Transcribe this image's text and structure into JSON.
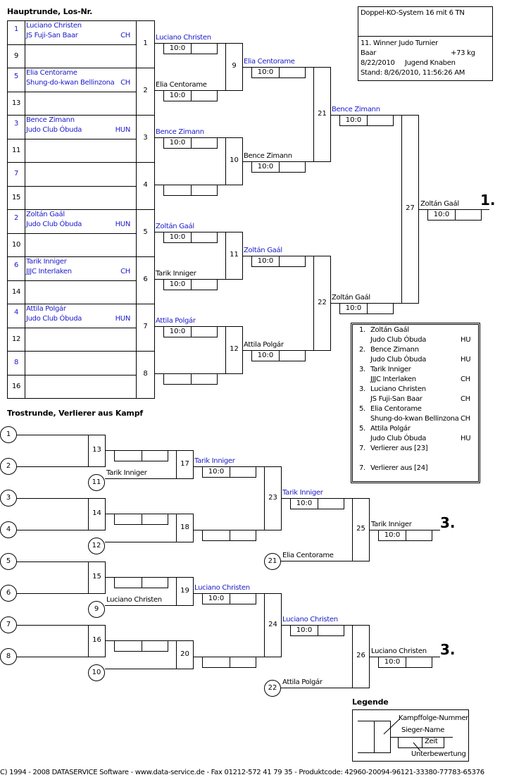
{
  "header": {
    "main_round_title": "Hauptrunde, Los-Nr.",
    "consolation_title": "Trostrunde, Verlierer aus Kampf",
    "legend_title": "Legende"
  },
  "info_box": {
    "system": "Doppel-KO-System 16 mit 6 TN",
    "tournament": "11. Winner Judo Turnier",
    "location": "Baar",
    "weight": "+73 kg",
    "date": "8/22/2010",
    "category": "Jugend Knaben",
    "stand": "Stand: 8/26/2010, 11:56:26 AM"
  },
  "entrants": [
    {
      "lot": "1",
      "name": "Luciano Christen",
      "club": "JS Fuji-San Baar",
      "nation": "CH",
      "blue": true
    },
    {
      "lot": "9",
      "name": "",
      "club": "",
      "nation": "",
      "blue": false
    },
    {
      "lot": "5",
      "name": "Elia Centorame",
      "club": "Shung-do-kwan Bellinzona",
      "nation": "CH",
      "blue": true
    },
    {
      "lot": "13",
      "name": "",
      "club": "",
      "nation": "",
      "blue": false
    },
    {
      "lot": "3",
      "name": "Bence Zimann",
      "club": "Judo Club Óbuda",
      "nation": "HUN",
      "blue": true
    },
    {
      "lot": "11",
      "name": "",
      "club": "",
      "nation": "",
      "blue": false
    },
    {
      "lot": "7",
      "name": "",
      "club": "",
      "nation": "",
      "blue": true
    },
    {
      "lot": "15",
      "name": "",
      "club": "",
      "nation": "",
      "blue": false
    },
    {
      "lot": "2",
      "name": "Zoltán Gaál",
      "club": "Judo Club Óbuda",
      "nation": "HUN",
      "blue": true
    },
    {
      "lot": "10",
      "name": "",
      "club": "",
      "nation": "",
      "blue": false
    },
    {
      "lot": "6",
      "name": "Tarik Inniger",
      "club": "JJJC Interlaken",
      "nation": "CH",
      "blue": true
    },
    {
      "lot": "14",
      "name": "",
      "club": "",
      "nation": "",
      "blue": false
    },
    {
      "lot": "4",
      "name": "Attila Polgár",
      "club": "Judo Club Óbuda",
      "nation": "HUN",
      "blue": true
    },
    {
      "lot": "12",
      "name": "",
      "club": "",
      "nation": "",
      "blue": false
    },
    {
      "lot": "8",
      "name": "",
      "club": "",
      "nation": "",
      "blue": true
    },
    {
      "lot": "16",
      "name": "",
      "club": "",
      "nation": "",
      "blue": false
    }
  ],
  "main_fights": {
    "r1": [
      {
        "num": "1",
        "winner": "Luciano Christen",
        "score": "10:0",
        "blue": true
      },
      {
        "num": "2",
        "winner": "Elia Centorame",
        "score": "10:0",
        "blue": false
      },
      {
        "num": "3",
        "winner": "Bence Zimann",
        "score": "10:0",
        "blue": true
      },
      {
        "num": "4",
        "winner": "",
        "score": "",
        "blue": false
      },
      {
        "num": "5",
        "winner": "Zoltán Gaál",
        "score": "10:0",
        "blue": true
      },
      {
        "num": "6",
        "winner": "Tarik Inniger",
        "score": "10:0",
        "blue": false
      },
      {
        "num": "7",
        "winner": "Attila Polgár",
        "score": "10:0",
        "blue": true
      },
      {
        "num": "8",
        "winner": "",
        "score": "",
        "blue": false
      }
    ],
    "r2": [
      {
        "num": "9",
        "winner": "Elia Centorame",
        "score": "10:0",
        "blue": true
      },
      {
        "num": "10",
        "winner": "Bence Zimann",
        "score": "10:0",
        "blue": false
      },
      {
        "num": "11",
        "winner": "Zoltán Gaál",
        "score": "10:0",
        "blue": true
      },
      {
        "num": "12",
        "winner": "Attila Polgár",
        "score": "10:0",
        "blue": false
      }
    ],
    "r3": [
      {
        "num": "21",
        "winner": "Bence Zimann",
        "score": "10:0",
        "blue": true
      },
      {
        "num": "22",
        "winner": "Zoltán Gaál",
        "score": "10:0",
        "blue": false
      }
    ],
    "final": {
      "num": "27",
      "winner": "Zoltán Gaál",
      "score": "10:0",
      "place": "1."
    }
  },
  "consolation": {
    "circles_left": [
      "1",
      "2",
      "3",
      "4",
      "5",
      "6",
      "7",
      "8"
    ],
    "circles_mid": [
      "11",
      "12",
      "9",
      "10"
    ],
    "circles_right": [
      "21",
      "22"
    ],
    "r1": [
      {
        "num": "13",
        "winner": "",
        "score": ""
      },
      {
        "num": "14",
        "winner": "",
        "score": ""
      },
      {
        "num": "15",
        "winner": "",
        "score": ""
      },
      {
        "num": "16",
        "winner": "",
        "score": ""
      }
    ],
    "mid_labels": [
      "Tarik Inniger",
      "",
      "Luciano Christen",
      ""
    ],
    "r2": [
      {
        "num": "17",
        "winner": "Tarik Inniger",
        "score": "10:0"
      },
      {
        "num": "18",
        "winner": "",
        "score": ""
      },
      {
        "num": "19",
        "winner": "Luciano Christen",
        "score": "10:0"
      },
      {
        "num": "20",
        "winner": "",
        "score": ""
      }
    ],
    "r3": [
      {
        "num": "23",
        "winner": "Tarik Inniger",
        "score": "10:0"
      },
      {
        "num": "24",
        "winner": "Luciano Christen",
        "score": "10:0"
      }
    ],
    "right_labels": [
      "Elia Centorame",
      "Attila Polgár"
    ],
    "r4": [
      {
        "num": "25",
        "winner": "Tarik Inniger",
        "score": "10:0",
        "place": "3."
      },
      {
        "num": "26",
        "winner": "Luciano Christen",
        "score": "10:0",
        "place": "3."
      }
    ]
  },
  "ranking": [
    {
      "rank": "1.",
      "name": "Zoltán Gaál",
      "club": "Judo Club Óbuda",
      "nation": "HU"
    },
    {
      "rank": "2.",
      "name": "Bence Zimann",
      "club": "Judo Club Óbuda",
      "nation": "HU"
    },
    {
      "rank": "3.",
      "name": "Tarik Inniger",
      "club": "JJJC Interlaken",
      "nation": "CH"
    },
    {
      "rank": "3.",
      "name": "Luciano Christen",
      "club": "JS Fuji-San Baar",
      "nation": "CH"
    },
    {
      "rank": "5.",
      "name": "Elia Centorame",
      "club": "Shung-do-kwan Bellinzona",
      "nation": "CH"
    },
    {
      "rank": "5.",
      "name": "Attila Polgár",
      "club": "Judo Club Óbuda",
      "nation": "HU"
    },
    {
      "rank": "7.",
      "name": "Verlierer aus [23]",
      "club": "",
      "nation": ""
    },
    {
      "rank": "7.",
      "name": "Verlierer aus [24]",
      "club": "",
      "nation": ""
    }
  ],
  "legend": {
    "fight_number": "Kampffolge-Nummer",
    "winner_name": "Sieger-Name",
    "time": "Zeit",
    "sub_score": "Unterbewertung"
  },
  "footer": "C) 1994 - 2008 DATASERVICE Software - www.data-service.de - Fax 01212-572 41 79 35 - Produktcode: 42960-20094-96121-33380-77783-65376"
}
